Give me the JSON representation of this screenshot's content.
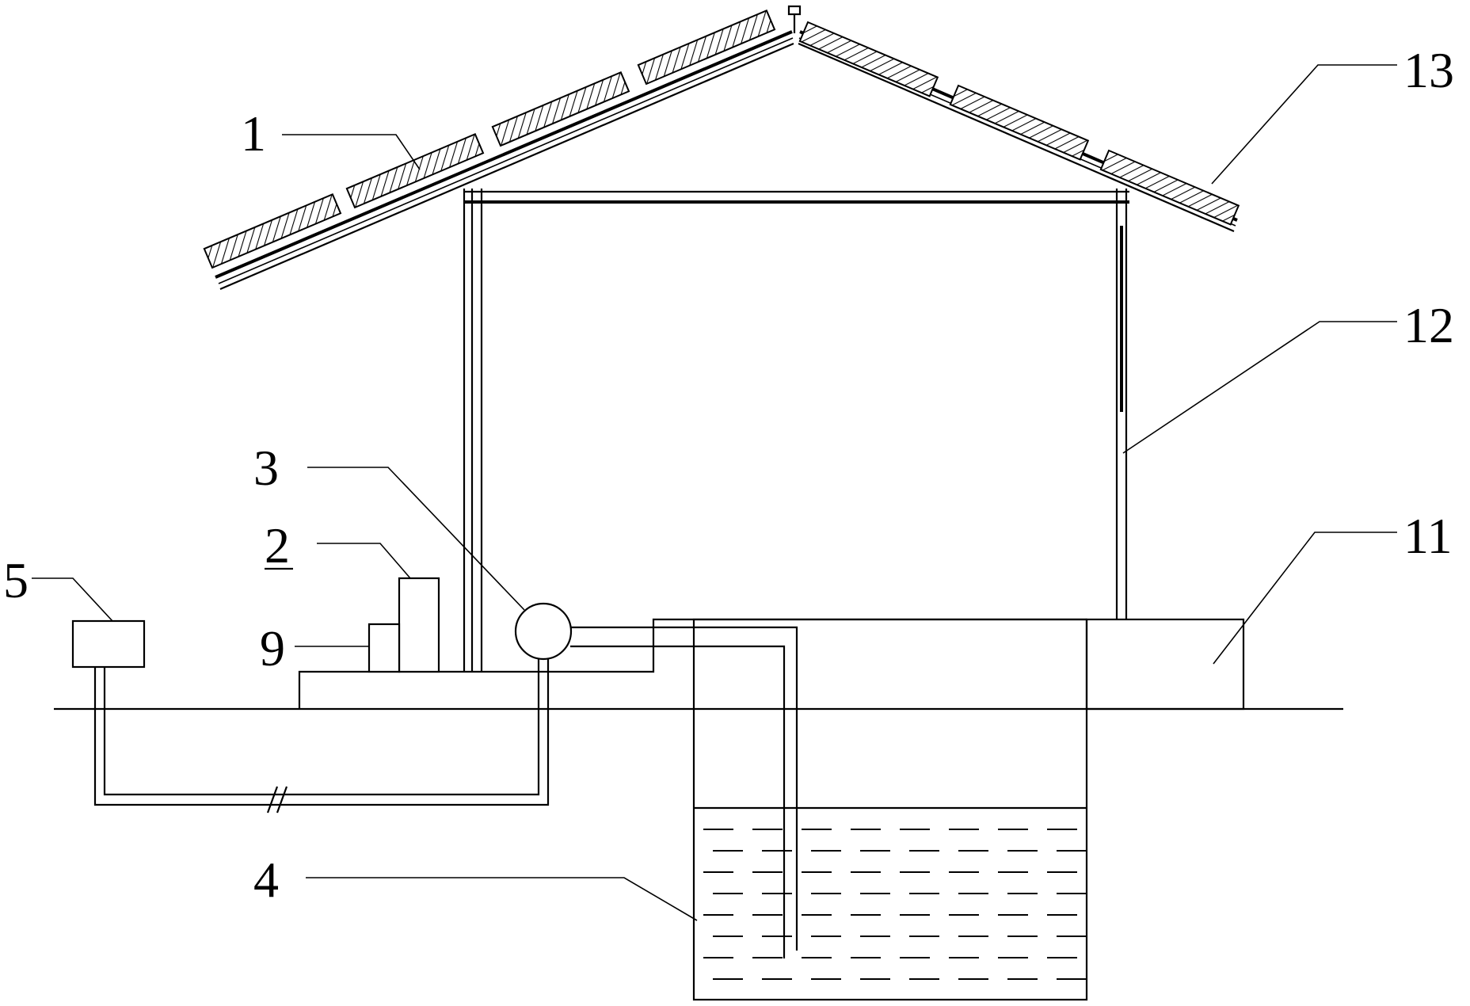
{
  "labels": {
    "l1": "1",
    "l2": "2",
    "l3": "3",
    "l4": "4",
    "l5": "5",
    "l9": "9",
    "l11": "11",
    "l12": "12",
    "l13": "13"
  }
}
